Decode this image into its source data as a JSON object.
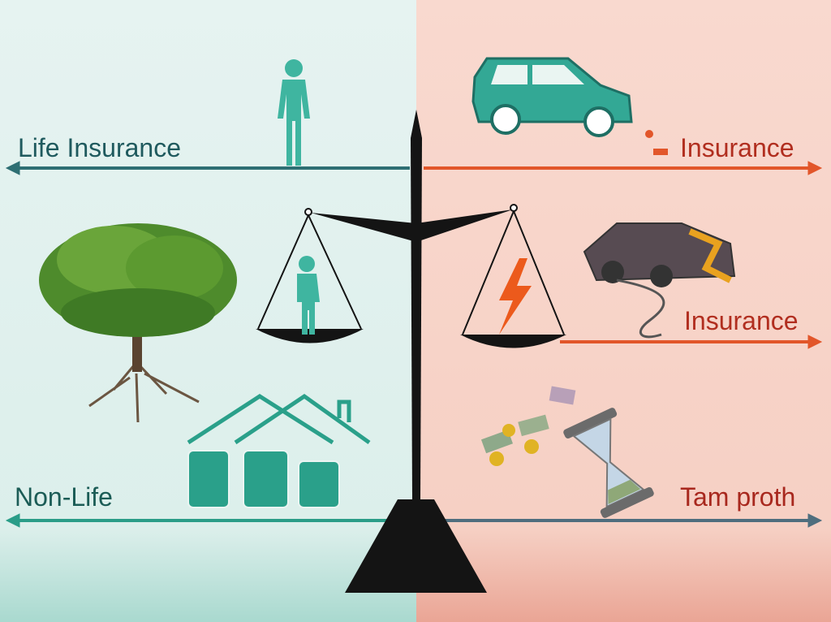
{
  "labels": {
    "life_insurance": "Life Insurance",
    "insurance_top": "Insurance",
    "insurance_mid": "Insurance",
    "non_life": "Non-Life",
    "tam_proth": "Tam proth"
  },
  "colors": {
    "left_bg": "#e2f1ee",
    "right_bg": "#f9d8cd",
    "teal_text": "#1f5a5e",
    "red_text": "#b12e1f",
    "orange_arrow": "#e2562a",
    "teal_arrow": "#2a9d88",
    "slate_arrow": "#4f6e7e",
    "scale": "#1a1a1a"
  }
}
